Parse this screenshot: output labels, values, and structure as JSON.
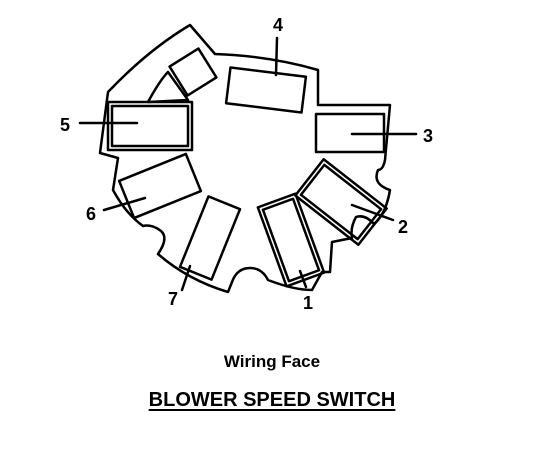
{
  "terminal_labels": [
    "1",
    "2",
    "3",
    "4",
    "5",
    "6",
    "7"
  ],
  "caption": {
    "line1": "Wiring Face",
    "line2": "BLOWER SPEED SWITCH"
  },
  "colors": {
    "ink": "#000000",
    "background": "#ffffff"
  }
}
